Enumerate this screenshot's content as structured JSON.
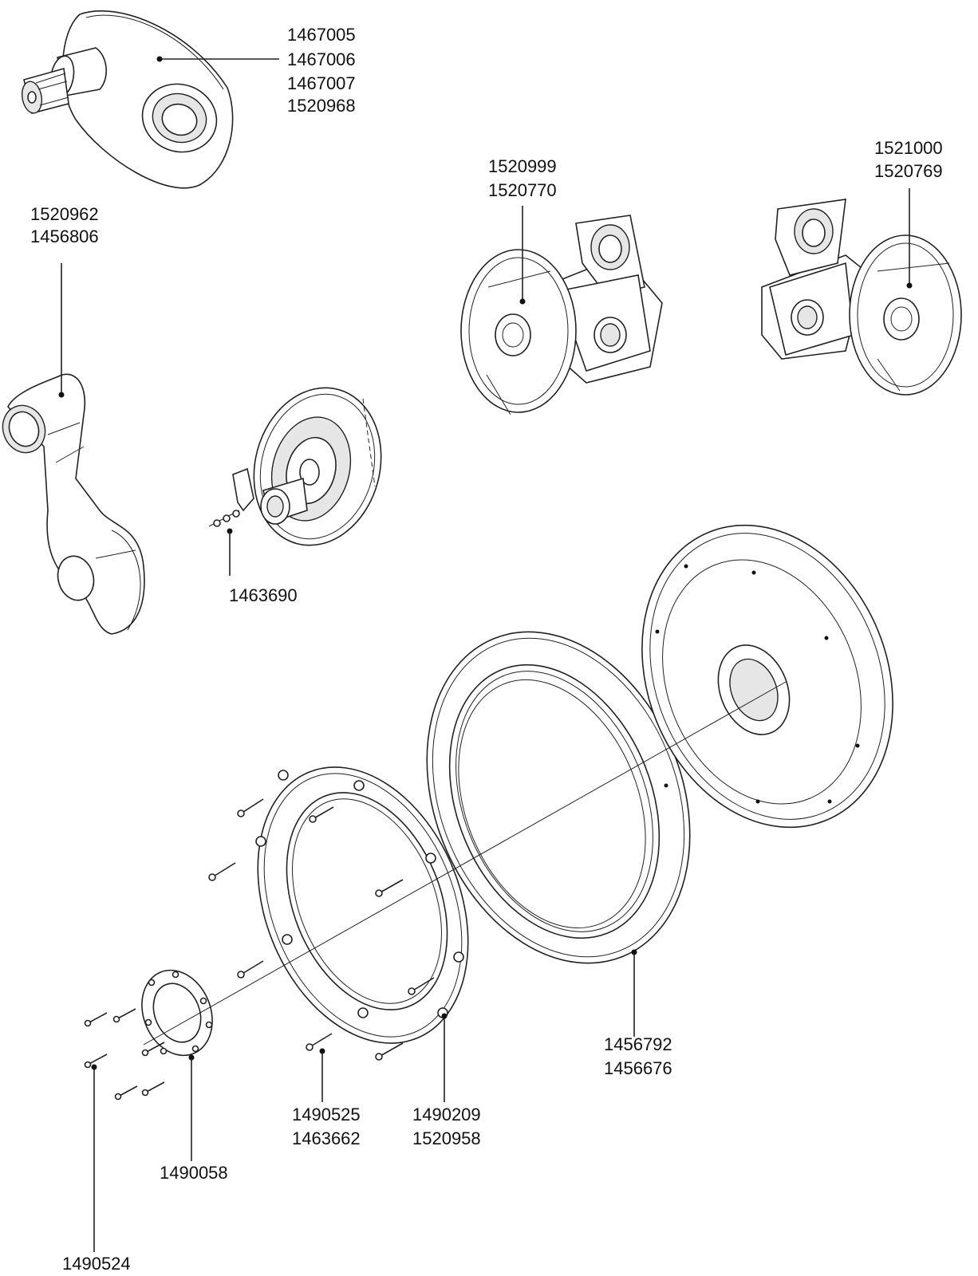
{
  "callouts": [
    {
      "id": "drive-adapter",
      "lines": [
        "1467005",
        "1467006",
        "1467007",
        "1520968"
      ]
    },
    {
      "id": "crank-arm",
      "lines": [
        "1520962",
        "1456806"
      ]
    },
    {
      "id": "brake-unit",
      "lines": [
        "1463690"
      ]
    },
    {
      "id": "left-gearbox-wheel",
      "lines": [
        "1520999",
        "1520770"
      ]
    },
    {
      "id": "right-gearbox-wheel",
      "lines": [
        "1521000",
        "1520769"
      ]
    },
    {
      "id": "outer-ring",
      "lines": [
        "1456792",
        "1456676"
      ]
    },
    {
      "id": "screws-long",
      "lines": [
        "1490525",
        "1463662"
      ]
    },
    {
      "id": "bearing-ring",
      "lines": [
        "1490209",
        "1520958"
      ]
    },
    {
      "id": "hub-flange",
      "lines": [
        "1490058"
      ]
    },
    {
      "id": "screws-short",
      "lines": [
        "1490524"
      ]
    }
  ],
  "colors": {
    "line": "#222222",
    "text": "#111111",
    "background": "#ffffff"
  }
}
